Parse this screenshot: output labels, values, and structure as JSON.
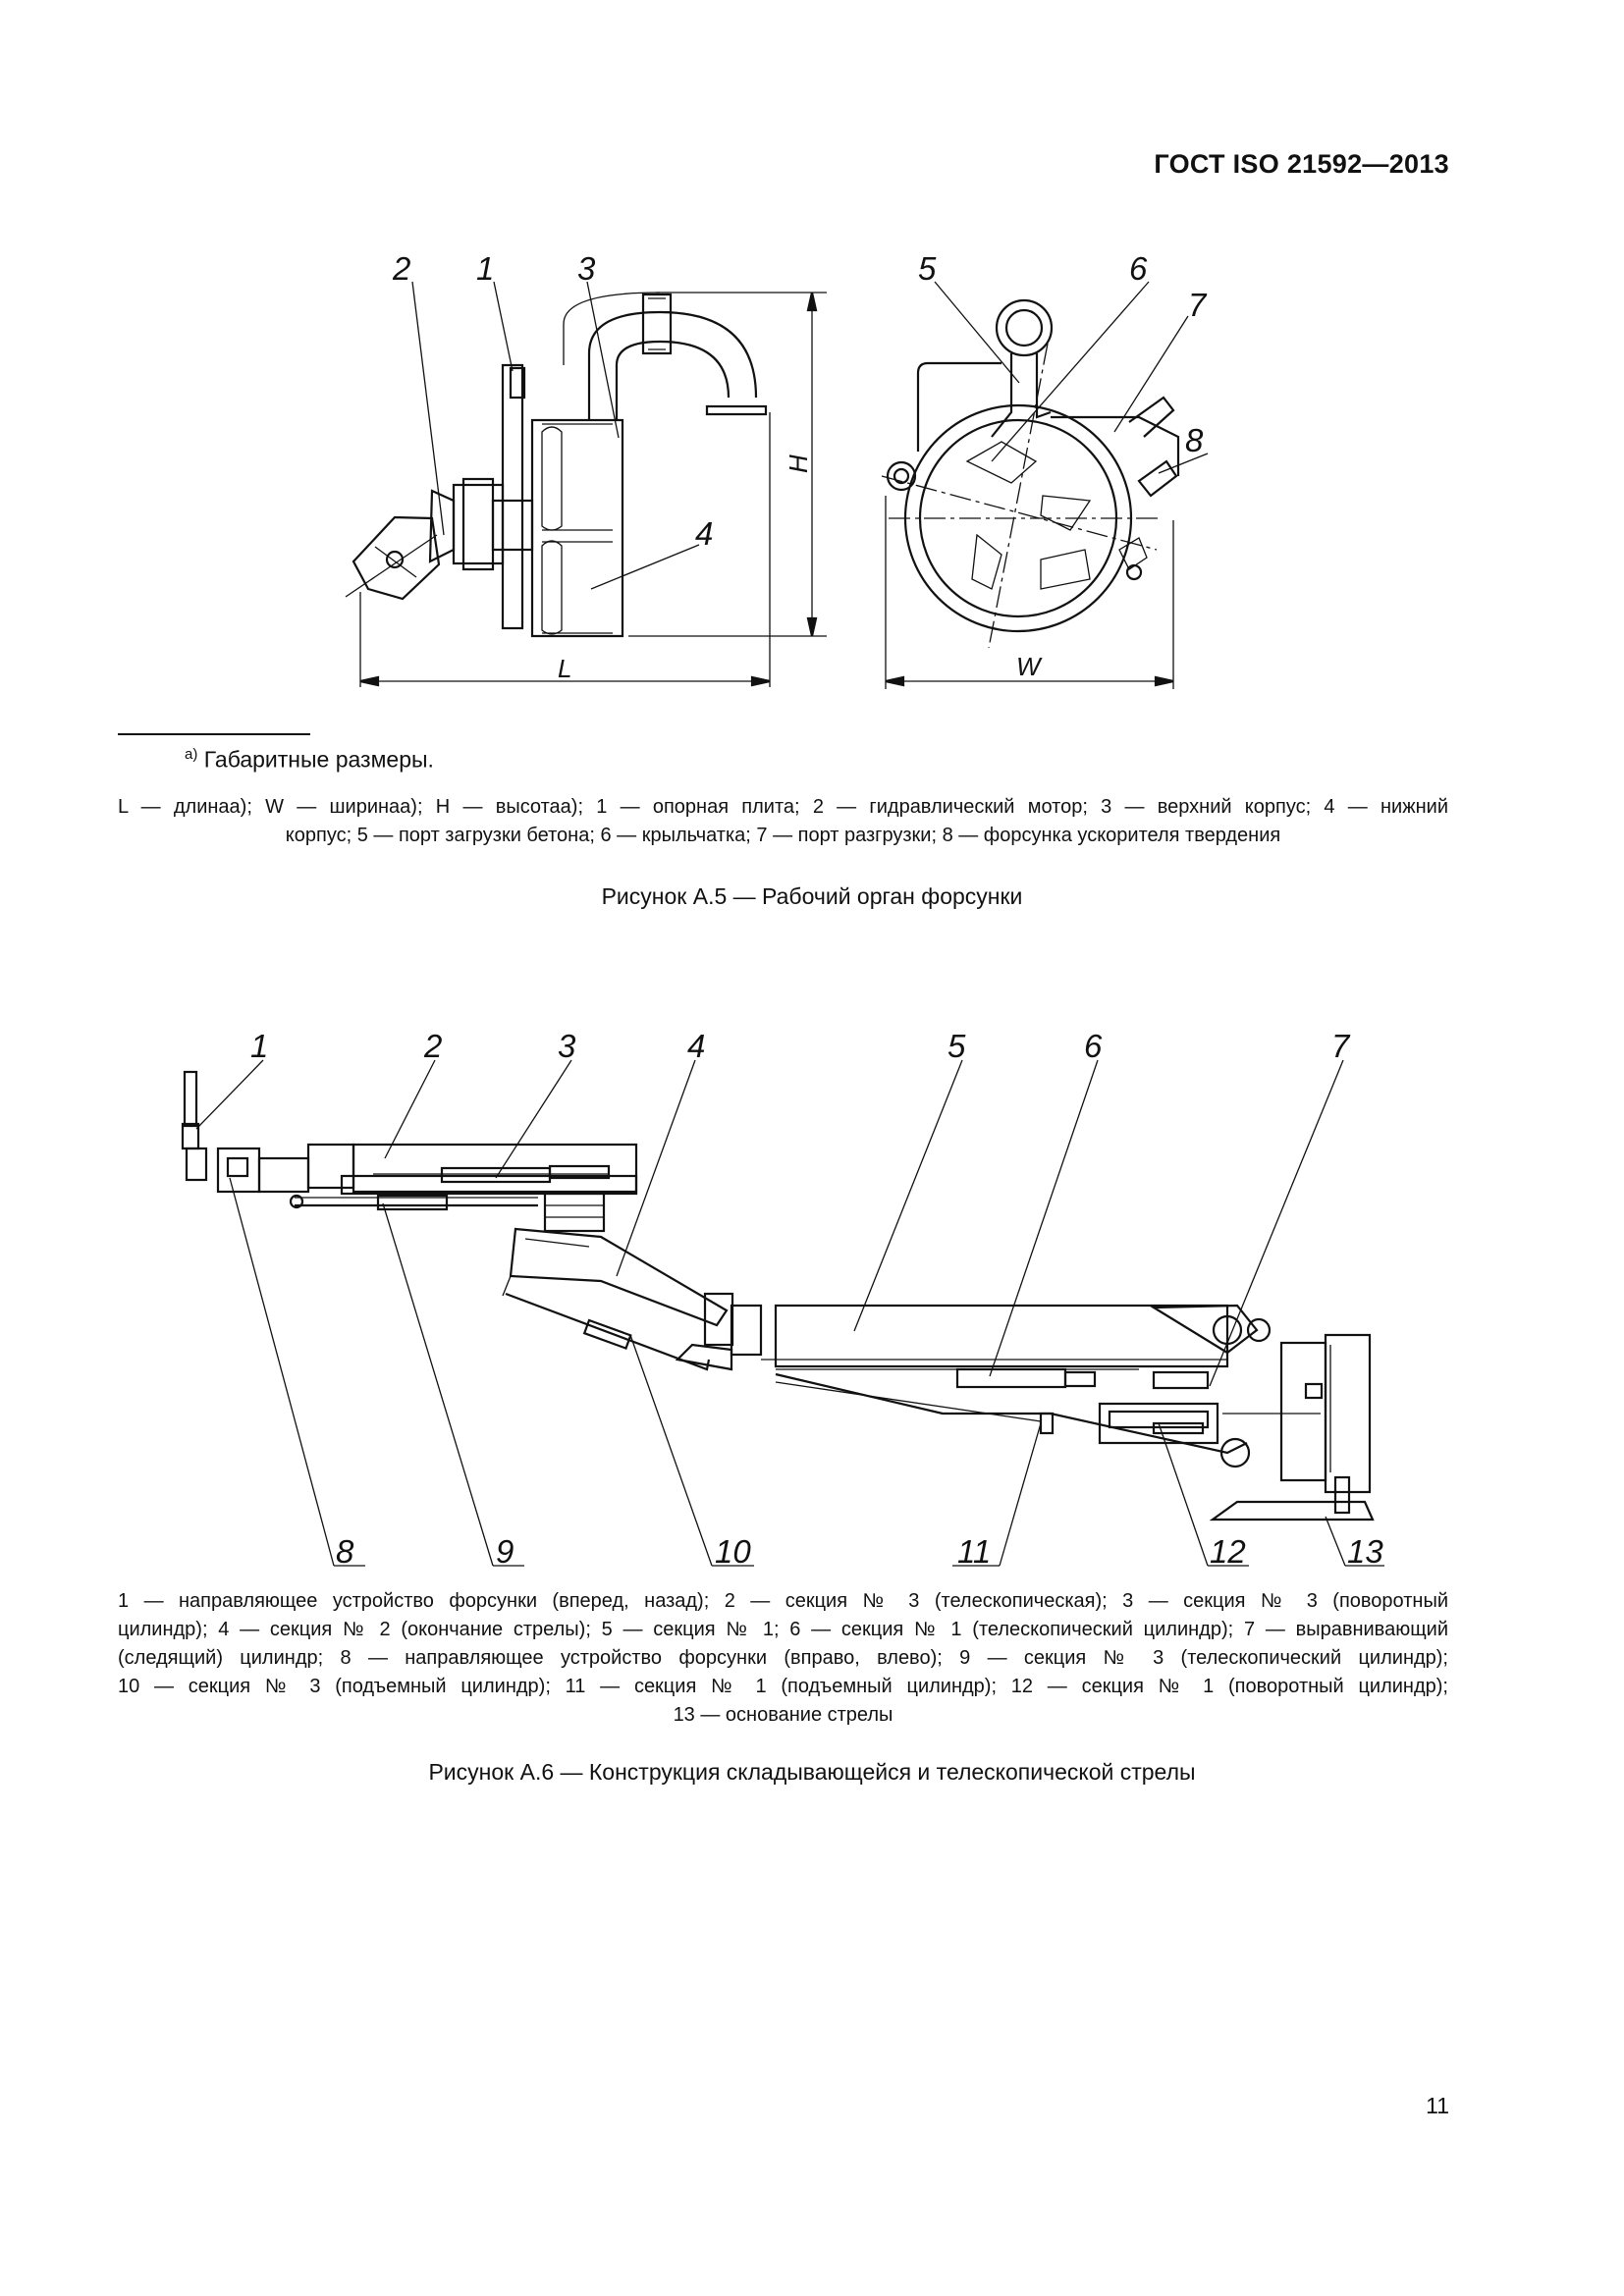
{
  "header": {
    "standard": "ГОСТ ISO 21592—2013"
  },
  "figure_a5": {
    "callouts": [
      "2",
      "1",
      "3",
      "4",
      "5",
      "6",
      "7",
      "8"
    ],
    "dims": {
      "height": "H",
      "length": "L",
      "width": "W"
    }
  },
  "footnote": {
    "marker": "а)",
    "text": "Габаритные размеры."
  },
  "legend_a5": {
    "line1": "L — длинаа); W — ширинаа); H — высотаа); 1 — опорная плита; 2 — гидравлический мотор; 3 — верхний корпус; 4 — нижний",
    "line2": "корпус; 5 — порт загрузки бетона; 6 — крыльчатка; 7 — порт разгрузки; 8 — форсунка ускорителя твердения"
  },
  "caption_a5": "Рисунок А.5 — Рабочий орган форсунки",
  "figure_a6": {
    "callouts_top": [
      "1",
      "2",
      "3",
      "4",
      "5",
      "6",
      "7"
    ],
    "callouts_bottom": [
      "8",
      "9",
      "10",
      "11",
      "12",
      "13"
    ]
  },
  "legend_a6": {
    "line1": "1 — направляющее устройство форсунки (вперед, назад); 2 — секция № 3 (телескопическая); 3 — секция № 3 (поворотный",
    "line2": "цилиндр); 4 — секция № 2 (окончание стрелы); 5 — секция № 1; 6 — секция № 1 (телескопический цилиндр); 7 — выравнивающий",
    "line3": "(следящий) цилиндр; 8 — направляющее устройство форсунки (вправо, влево); 9 — секция № 3 (телескопический цилиндр);",
    "line4": "10 — секция № 3 (подъемный цилиндр); 11 — секция № 1 (подъемный цилиндр); 12 — секция № 1 (поворотный цилиндр);",
    "line5": "13 — основание стрелы"
  },
  "caption_a6": "Рисунок А.6 — Конструкция складывающейся и телескопической стрелы",
  "page_number": "11"
}
